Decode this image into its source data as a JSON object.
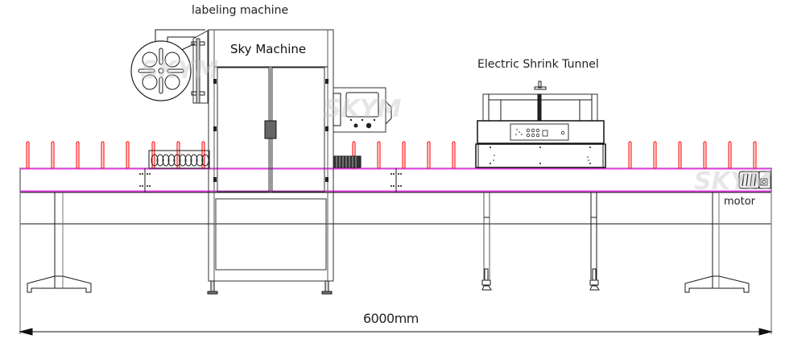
{
  "diagram": {
    "title_labeling": "labeling machine",
    "machine_brand_panel": "Sky Machine",
    "title_tunnel": "Electric Shrink Tunnel",
    "motor_label": "motor",
    "dimension_label": "6000mm",
    "watermark": "SKYM",
    "colors": {
      "line": "#1a1a1a",
      "conveyor_edge": "#e040e0",
      "bottle_guides": "#ff2a2a"
    }
  }
}
